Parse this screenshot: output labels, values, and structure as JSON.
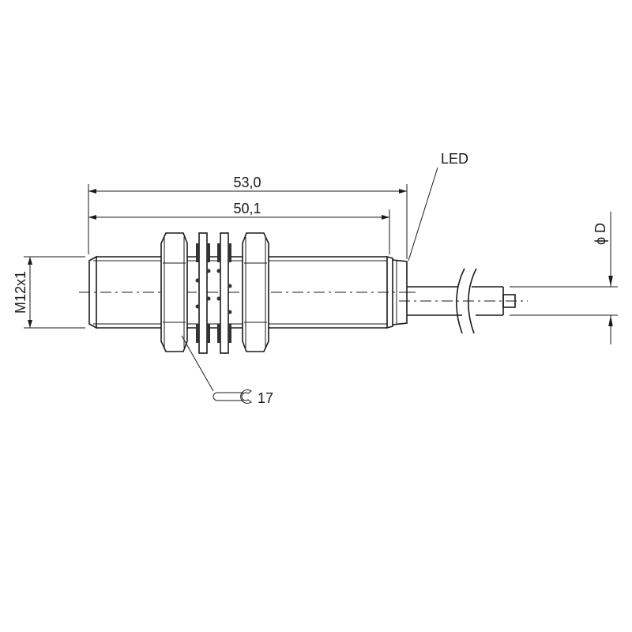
{
  "drawing": {
    "title": "Cylindrical sensor M12 dimension drawing",
    "dimensions": {
      "overall_length": "53,0",
      "thread_length": "50,1",
      "thread": "M12x1",
      "cable_diameter": "ϕ D",
      "wrench_size": "17"
    },
    "labels": {
      "led": "LED"
    },
    "colors": {
      "line": "#1a1a1a",
      "background": "#ffffff"
    }
  }
}
